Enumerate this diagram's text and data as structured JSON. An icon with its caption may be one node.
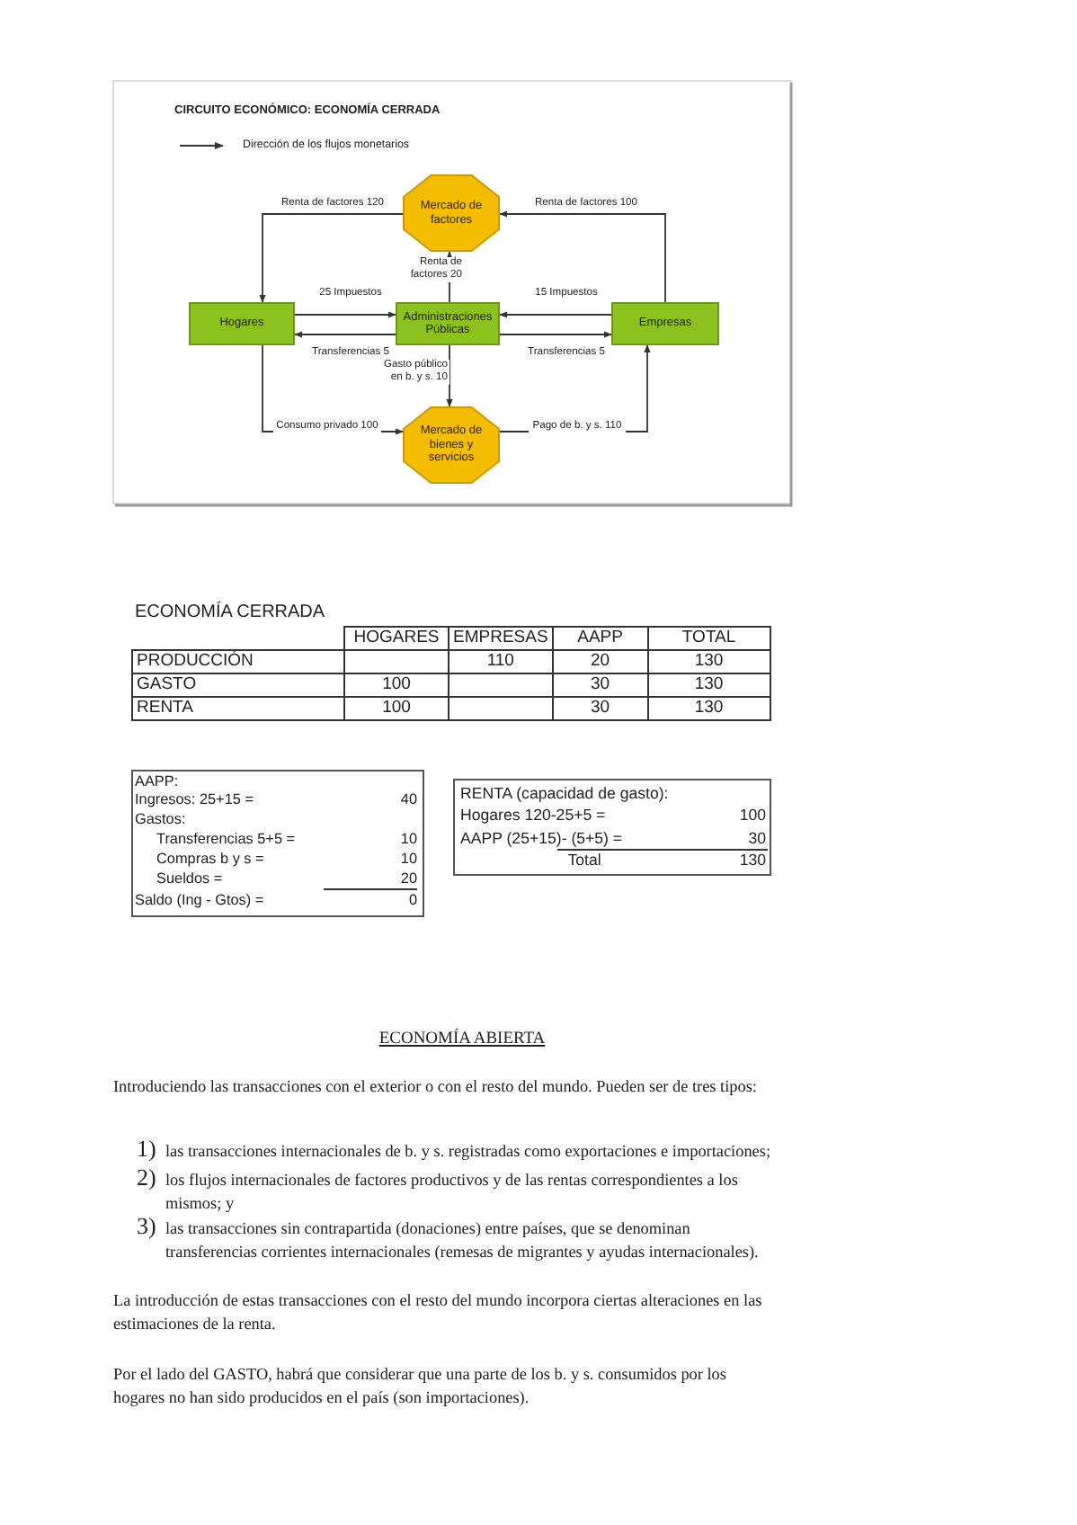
{
  "diagram": {
    "title": "CIRCUITO ECONÓMICO: ECONOMÍA CERRADA",
    "nodes": [
      {
        "text": [
          "Hogares"
        ]
      },
      {
        "text": [
          "Administraciones Públicas"
        ]
      },
      {
        "text": [
          "Empresas"
        ]
      },
      {
        "text": [
          "Mercado de factores"
        ]
      },
      {
        "text": [
          "Mercado de bienes y servicios"
        ]
      }
    ],
    "edges": [
      {
        "from": 3,
        "to": 0,
        "arrow": "to",
        "label": "Renta de factores 120"
      },
      {
        "from": 2,
        "to": 3,
        "arrow": "to",
        "label": "Renta de factores 100"
      },
      {
        "from": 1,
        "to": 3,
        "arrow": "to",
        "label": "Renta de factores 20"
      },
      {
        "from": 0,
        "to": 1,
        "arrow": "to",
        "label": "25 Impuestos"
      },
      {
        "from": 1,
        "to": 0,
        "arrow": "to",
        "label": "Transferencias 5"
      },
      {
        "from": 2,
        "to": 1,
        "arrow": "to",
        "label": "15 Impuestos"
      },
      {
        "from": 1,
        "to": 2,
        "arrow": "to",
        "label": "Transferencias 5"
      },
      {
        "from": 1,
        "to": 4,
        "arrow": "to",
        "label": "Gasto público en b. y s. 10"
      },
      {
        "from": 0,
        "to": 4,
        "arrow": "to",
        "label": "Consumo privado 100"
      },
      {
        "from": 4,
        "to": 2,
        "arrow": "to",
        "label": "Pago de b. y s. 110"
      }
    ],
    "legend": [
      {
        "text": "Dirección de los flujos monetarios"
      }
    ],
    "labels": [
      "ECONOMÍA CERRADA",
      "HOGARES",
      "EMPRESAS",
      "AAPP",
      "TOTAL",
      "PRODUCCIÓN",
      "110",
      "20",
      "130",
      "GASTO",
      "100",
      "30",
      "130",
      "RENTA",
      "100",
      "30",
      "130",
      "AAPP:",
      "Ingresos: 25+15 =",
      "40",
      "Gastos:",
      "Transferencias 5+5 =",
      "10",
      "Compras b y s =",
      "10",
      "Sueldos =",
      "20",
      "Saldo (Ing - Gtos) =",
      "0",
      "RENTA (capacidad de gasto):",
      "Hogares 120-25+5 =",
      "100",
      "AAPP (25+15)- (5+5) =",
      "30",
      "Total",
      "130",
      "ECONOMÍA ABIERTA",
      "Introduciendo las transacciones con el exterior o con el resto del mundo. Pueden ser de tres tipos:",
      "1)",
      "las transacciones internacionales de b. y s. registradas como exportaciones e importaciones;",
      "2)",
      "los flujos internacionales de factores productivos y de las rentas correspondientes a los mismos; y",
      "3)",
      "las transacciones sin contrapartida (donaciones) entre países, que se denominan transferencias corrientes internacionales (remesas de migrantes y ayudas internacionales).",
      "La introducción de estas transacciones con el resto del mundo incorpora ciertas alteraciones en las estimaciones de la renta.",
      "Por el lado del GASTO, habrá que considerar que una parte de los b. y s. consumidos por los hogares no han sido producidos en el país (son importaciones)."
    ]
  }
}
